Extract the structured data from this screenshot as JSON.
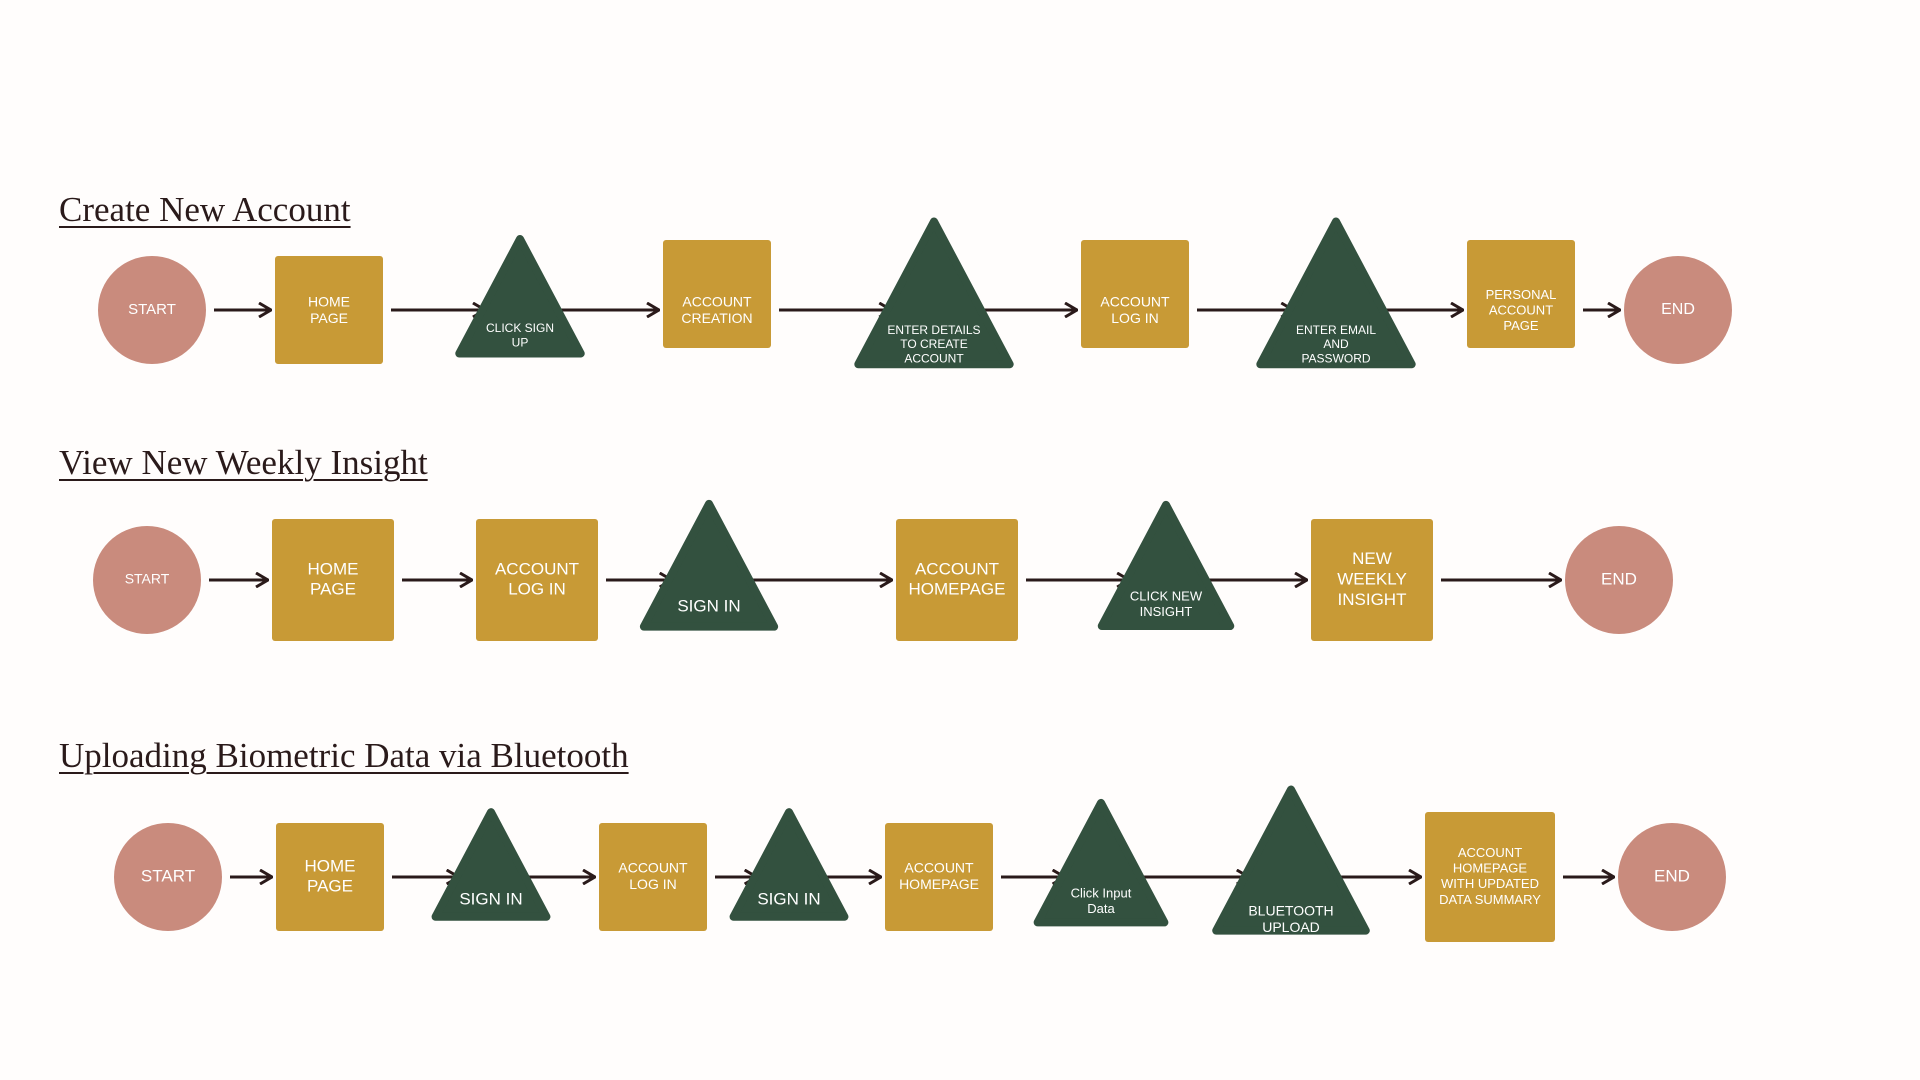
{
  "colors": {
    "start_end": "#c98b7d",
    "page": "#c89a36",
    "action": "#33513f",
    "text": "#ffffff",
    "arrow": "#2a1a1a"
  },
  "flows": [
    {
      "title": "Create New Account",
      "nodes": [
        {
          "shape": "circle",
          "label": [
            "START"
          ]
        },
        {
          "shape": "square",
          "label": [
            "HOME",
            "PAGE"
          ]
        },
        {
          "shape": "triangle",
          "label": [
            "CLICK SIGN",
            "UP"
          ]
        },
        {
          "shape": "square",
          "label": [
            "ACCOUNT",
            "CREATION"
          ]
        },
        {
          "shape": "triangle",
          "label": [
            "ENTER DETAILS",
            "TO CREATE",
            "ACCOUNT"
          ]
        },
        {
          "shape": "square",
          "label": [
            "ACCOUNT",
            "LOG IN"
          ]
        },
        {
          "shape": "triangle",
          "label": [
            "ENTER EMAIL",
            "AND",
            "PASSWORD"
          ]
        },
        {
          "shape": "square",
          "label": [
            "PERSONAL",
            "ACCOUNT",
            "PAGE"
          ]
        },
        {
          "shape": "circle",
          "label": [
            "END"
          ]
        }
      ]
    },
    {
      "title": "View New Weekly Insight",
      "nodes": [
        {
          "shape": "circle",
          "label": [
            "START"
          ]
        },
        {
          "shape": "square",
          "label": [
            "HOME",
            "PAGE"
          ]
        },
        {
          "shape": "square",
          "label": [
            "ACCOUNT",
            "LOG IN"
          ]
        },
        {
          "shape": "triangle",
          "label": [
            "SIGN IN"
          ]
        },
        {
          "shape": "square",
          "label": [
            "ACCOUNT",
            "HOMEPAGE"
          ]
        },
        {
          "shape": "triangle",
          "label": [
            "CLICK NEW",
            "INSIGHT"
          ]
        },
        {
          "shape": "square",
          "label": [
            "NEW",
            "WEEKLY",
            "INSIGHT"
          ]
        },
        {
          "shape": "circle",
          "label": [
            "END"
          ]
        }
      ]
    },
    {
      "title": "Uploading Biometric Data via Bluetooth",
      "nodes": [
        {
          "shape": "circle",
          "label": [
            "START"
          ]
        },
        {
          "shape": "square",
          "label": [
            "HOME",
            "PAGE"
          ]
        },
        {
          "shape": "triangle",
          "label": [
            "SIGN IN"
          ]
        },
        {
          "shape": "square",
          "label": [
            "ACCOUNT",
            "LOG IN"
          ]
        },
        {
          "shape": "triangle",
          "label": [
            "SIGN IN"
          ]
        },
        {
          "shape": "square",
          "label": [
            "ACCOUNT",
            "HOMEPAGE"
          ]
        },
        {
          "shape": "triangle",
          "label": [
            "Click Input",
            "Data"
          ]
        },
        {
          "shape": "triangle",
          "label": [
            "BLUETOOTH",
            "UPLOAD"
          ]
        },
        {
          "shape": "square",
          "label": [
            "ACCOUNT",
            "HOMEPAGE",
            "WITH UPDATED",
            "DATA SUMMARY"
          ]
        },
        {
          "shape": "circle",
          "label": [
            "END"
          ]
        }
      ]
    }
  ]
}
